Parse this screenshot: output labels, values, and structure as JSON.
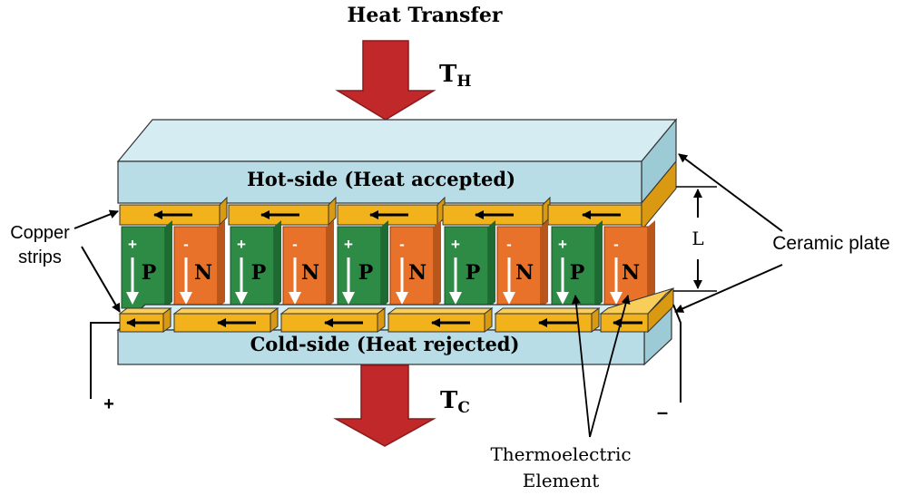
{
  "title": "Heat Transfer",
  "hot_temp": {
    "main": "T",
    "sub": "H"
  },
  "cold_temp": {
    "main": "T",
    "sub": "C"
  },
  "hot_plate_label": "Hot-side (Heat accepted)",
  "cold_plate_label": "Cold-side (Heat rejected)",
  "copper_label": [
    "Copper",
    "strips"
  ],
  "ceramic_label": "Ceramic plate",
  "length_label": "L",
  "element_label": [
    "Thermoelectric",
    "Element"
  ],
  "terminal_plus": "+",
  "terminal_minus": "–",
  "p_leg": {
    "letter": "P",
    "sign": "+"
  },
  "n_leg": {
    "letter": "N",
    "sign": "-"
  },
  "colors": {
    "heat_arrow": "#c0282a",
    "plate": "#b8dde6",
    "copper": "#f2b21b",
    "p_type": "#2e8b45",
    "n_type": "#e8722a"
  }
}
